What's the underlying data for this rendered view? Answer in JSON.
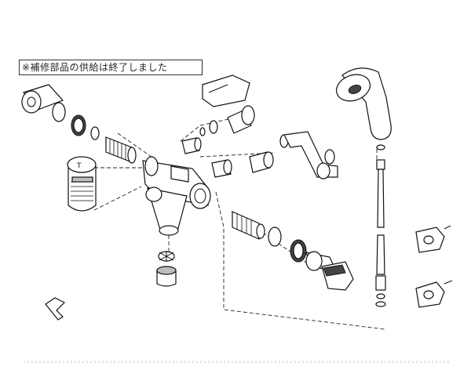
{
  "diagram": {
    "notice_text": "※補修部品の供給は終了しました",
    "parts": [
      {
        "id": "lever-cap",
        "label": ""
      },
      {
        "id": "lever-handle",
        "label": ""
      },
      {
        "id": "shower-head",
        "label": ""
      },
      {
        "id": "shower-hose",
        "label": ""
      },
      {
        "id": "faucet-body",
        "label": ""
      },
      {
        "id": "spout-arm",
        "label": ""
      },
      {
        "id": "thermostat-handle",
        "label": ""
      },
      {
        "id": "hose-hook",
        "label": ""
      },
      {
        "id": "allen-key",
        "label": ""
      }
    ]
  }
}
